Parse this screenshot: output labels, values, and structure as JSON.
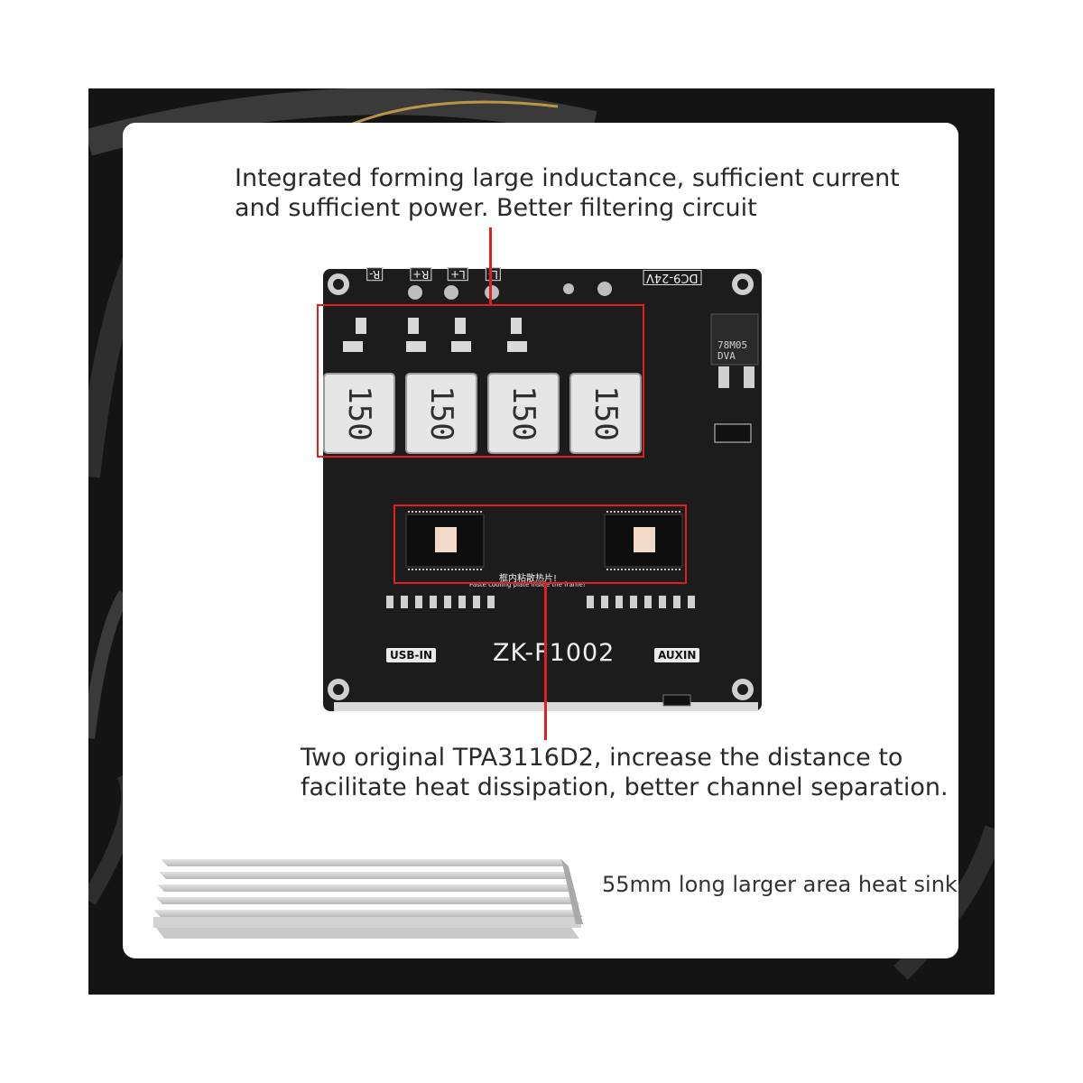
{
  "captions": {
    "top_line1": "Integrated forming large inductance, sufficient current",
    "top_line2": "and sufficient power. Better filtering circuit",
    "bottom_line1": "Two original TPA3116D2, increase the distance to",
    "bottom_line2": "facilitate heat dissipation, better channel separation.",
    "heatsink": "55mm long larger area heat sink"
  },
  "pcb": {
    "model": "ZK-F1002",
    "usb_label": "USB-IN",
    "aux_label": "AUXIN",
    "voltage_label": "DC9-24V",
    "cn_label": "框内粘散热片!",
    "cooling_label": "Paste cooling plate inside the frame!",
    "regulator_text_1": "78M05",
    "regulator_text_2": "DVA",
    "inductor_value": "150",
    "terminals": [
      "R-",
      "R+",
      "L+",
      "L-"
    ]
  },
  "colors": {
    "highlight": "#e02020",
    "pcb": "#1c1c1c",
    "background": "#141414",
    "accent_gold": "#c9a24a"
  }
}
